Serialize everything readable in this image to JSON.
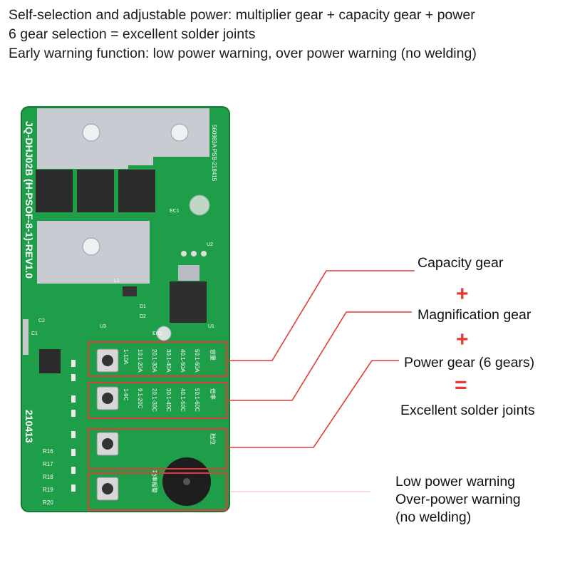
{
  "header": {
    "line1": "Self-selection and adjustable power: multiplier gear + capacity gear + power",
    "line2": "6 gear selection = excellent solder joints",
    "line3": "Early warning function: low power warning, over power warning (no welding)"
  },
  "board": {
    "model_text": "JQ-DHJ02B (H-PSOF-8-1)-REV1.0",
    "date_code": "210413",
    "chip_text": "560983A PSB-218415",
    "ranges_row1": [
      "1-10A",
      "10.1-20A",
      "20.1-30A",
      "30.1-40A",
      "40.1-50A",
      "50.1-60A"
    ],
    "ranges_row2": [
      "1-9C",
      "9.1-20C",
      "20.1-30C",
      "30.1-40C",
      "40.1-50C",
      "50.1-60C"
    ],
    "row_suffix1": "容量",
    "row_suffix2": "倍率",
    "row_suffix3": "档位",
    "row_suffix4": "功率报警",
    "resistor_labels": [
      "R16",
      "R17",
      "R18",
      "R19",
      "R20"
    ],
    "component_labels": [
      "D1",
      "D2",
      "C1",
      "C2",
      "L1",
      "EC1",
      "EC2",
      "U1",
      "U2",
      "U3"
    ]
  },
  "callouts": {
    "capacity": "Capacity gear",
    "plus1": "+",
    "magnification": "Magnification gear",
    "plus2": "+",
    "power": "Power gear (6 gears)",
    "equals": "=",
    "result": "Excellent solder joints",
    "warning_line1": "Low power warning",
    "warning_line2": "Over-power warning",
    "warning_line3": "(no welding)"
  },
  "colors": {
    "pcb": "#1f9e4a",
    "pcb_dark": "#137a36",
    "callout_red": "#e53935",
    "copper": "#c8ccd2"
  }
}
